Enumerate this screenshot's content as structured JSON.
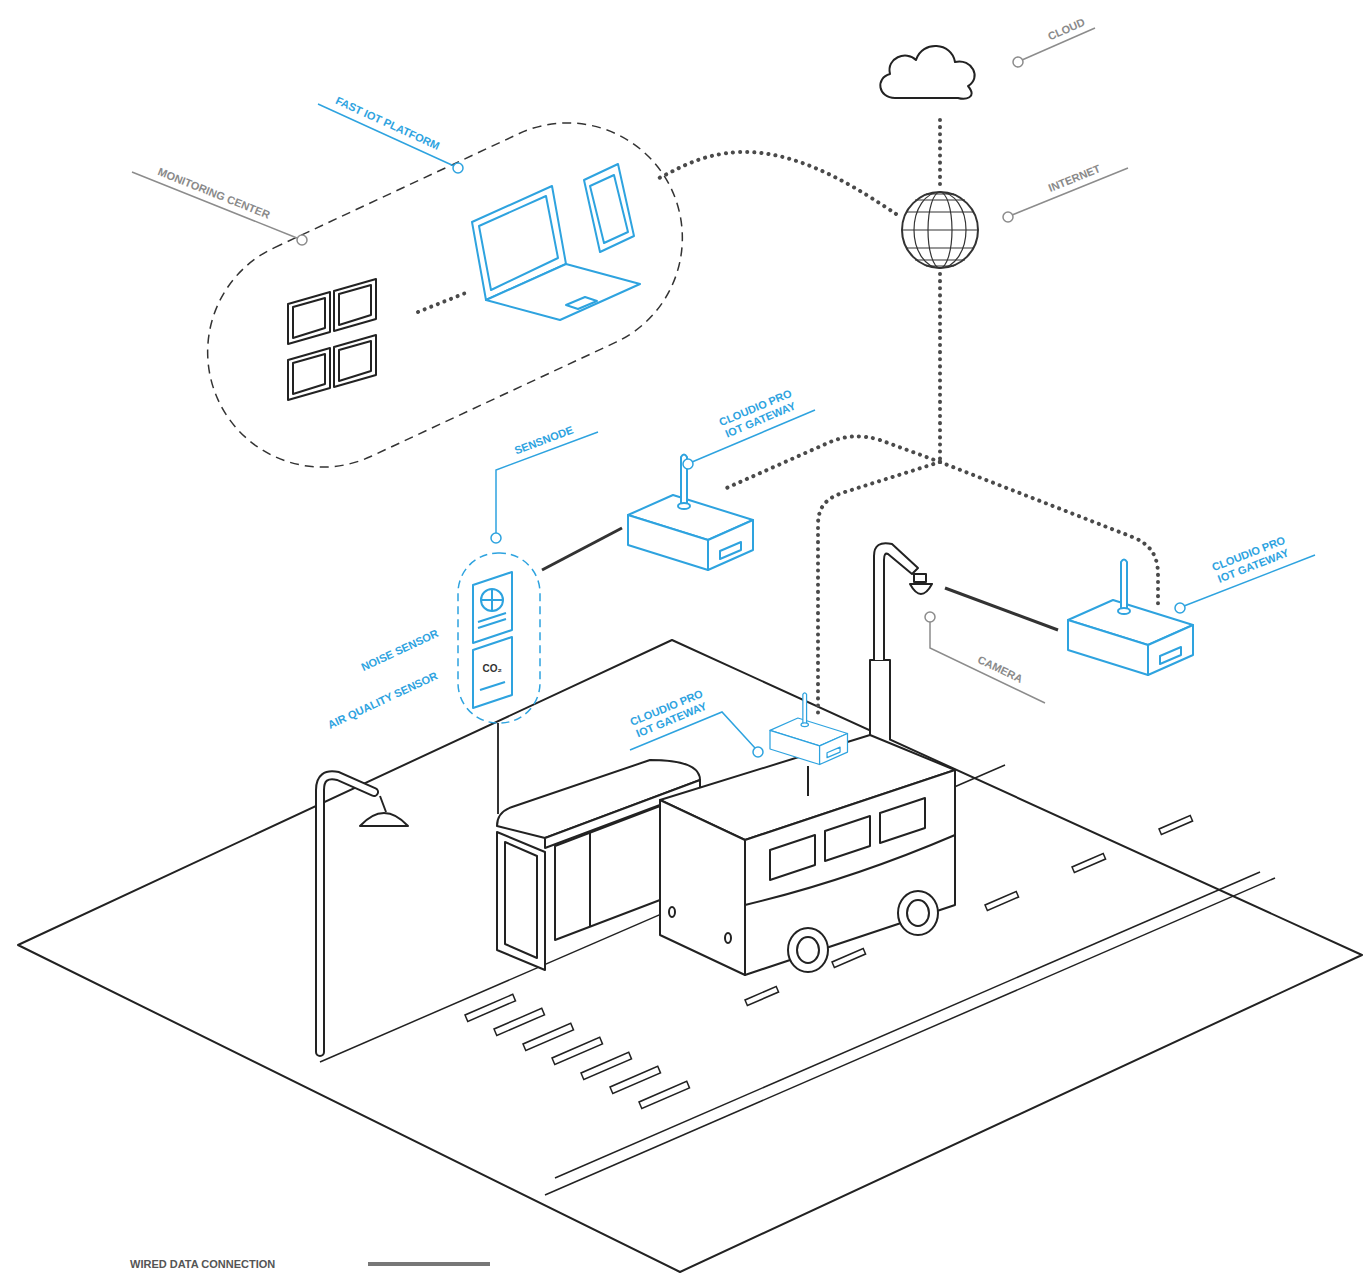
{
  "diagram": {
    "labels": [
      "CLOUD",
      "FAST IOT PLATFORM",
      "MONITORING CENTER",
      "INTERNET",
      "CLOUDIO PRO IOT GATEWAY",
      "SENSNODE",
      "CLOUDIO PRO IOT GATEWAY",
      "NOISE SENSOR",
      "CAMERA",
      "CO₂",
      "AIR QUALITY SENSOR",
      "CLOUDIO PRO IOT GATEWAY"
    ],
    "legend": [
      {
        "text": "WIRED DATA CONNECTION"
      }
    ]
  }
}
